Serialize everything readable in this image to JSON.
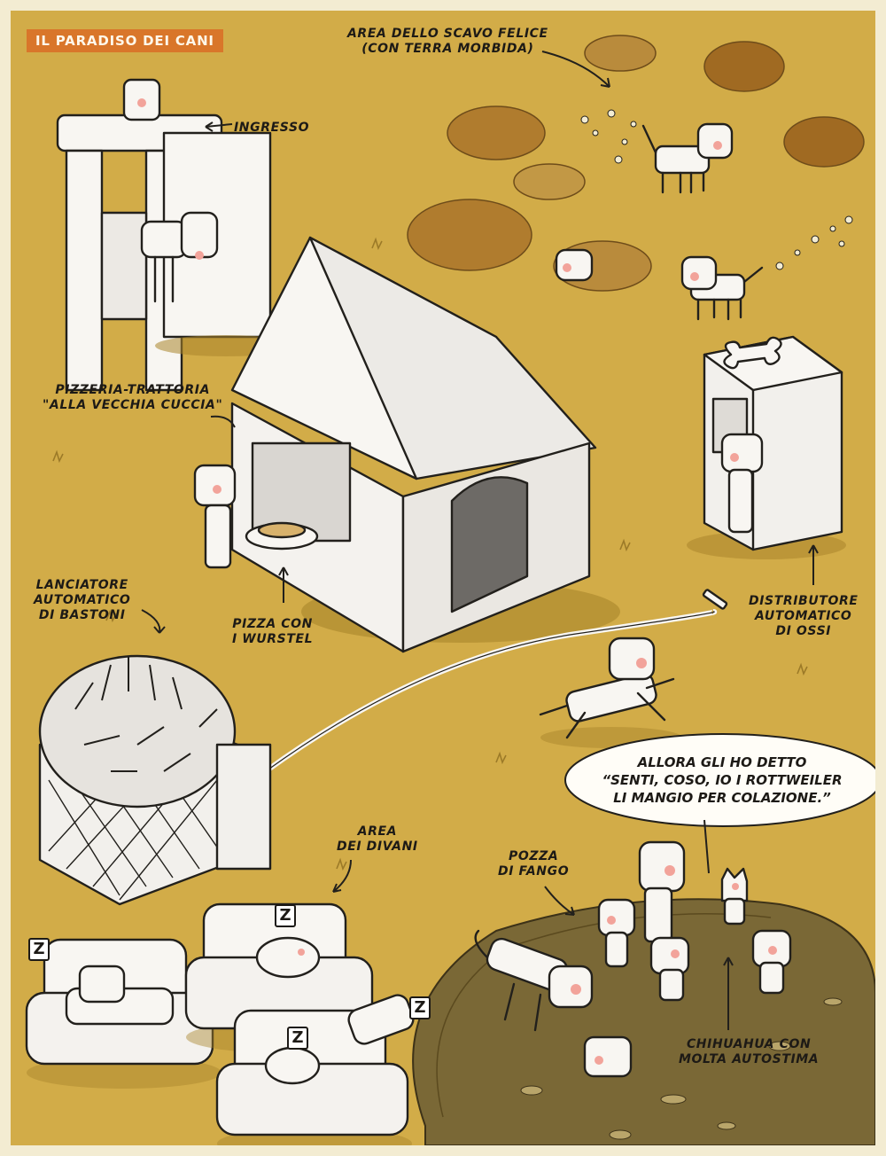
{
  "title": "IL PARADISO DEI CANI",
  "colors": {
    "ground": "#d2ac48",
    "ground_dark": "#a9852c",
    "dirt": "#b07c2e",
    "mud": "#7a6836",
    "ink": "#22201c",
    "white": "#f8f6f2",
    "badge": "#d9762a",
    "border": "#f3ecd2"
  },
  "labels": {
    "ingresso": "INGRESSO",
    "scavo": "AREA DELLO SCAVO FELICE\n(CON TERRA MORBIDA)",
    "pizzeria": "PIZZERIA-TRATTORIA\n\"ALLA VECCHIA CUCCIA\"",
    "distributore": "DISTRIBUTORE\nAUTOMATICO\nDI OSSI",
    "lanciatore": "LANCIATORE\nAUTOMATICO\nDI BASTONI",
    "pizza": "PIZZA CON\nI WURSTEL",
    "divani": "AREA\nDEI DIVANI",
    "fango": "POZZA\nDI FANGO",
    "chihuahua": "CHIHUAHUA CON\nMOLTA AUTOSTIMA"
  },
  "speech_bubble": "ALLORA GLI HO DETTO\n“SENTI, COSO, IO I ROTTWEILER\nLI MANGIO PER COLAZIONE.”",
  "sleep_marks": [
    "Z",
    "Z",
    "Z",
    "Z"
  ],
  "icons": [
    "gate",
    "doghouse",
    "vending-machine",
    "stick-launcher",
    "armchair",
    "mud-pool",
    "dog",
    "bone",
    "stick"
  ]
}
